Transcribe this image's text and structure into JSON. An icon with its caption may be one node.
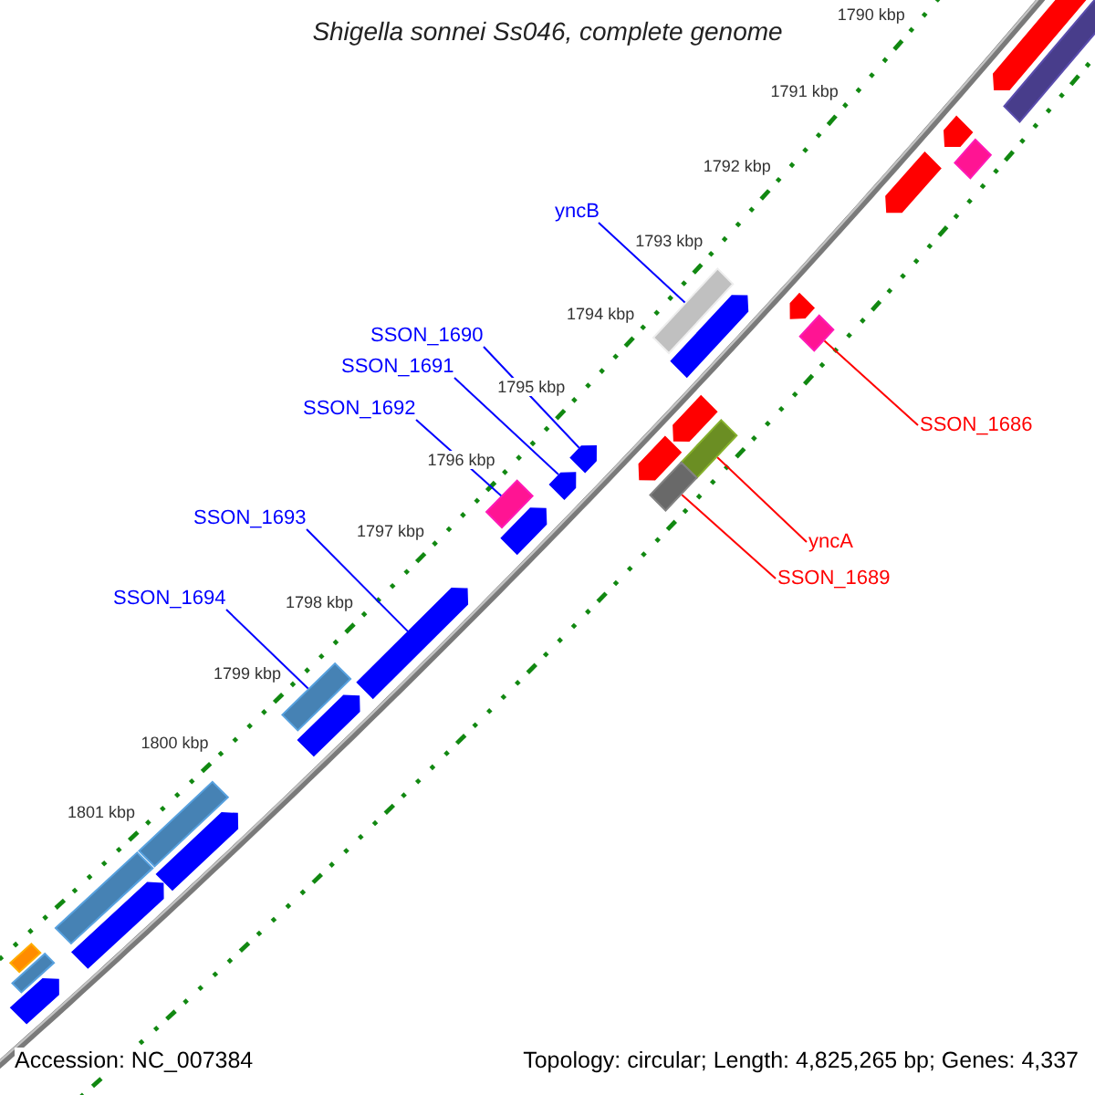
{
  "diagram": {
    "title": "Shigella sonnei Ss046, complete genome",
    "nodes": [
      {
        "text": [
          "yncB"
        ]
      },
      {
        "text": [
          "SSON_1690"
        ]
      },
      {
        "text": [
          "SSON_1691"
        ]
      },
      {
        "text": [
          "SSON_1692"
        ]
      },
      {
        "text": [
          "SSON_1686"
        ]
      },
      {
        "text": [
          "SSON_1693"
        ]
      },
      {
        "text": [
          "yncA"
        ]
      },
      {
        "text": [
          "SSON_1689"
        ]
      },
      {
        "text": [
          "SSON_1694"
        ]
      },
      {
        "text": [],
        "shape": "bar"
      },
      {
        "text": [],
        "shape": "arrow"
      },
      {
        "text": [],
        "shape": "arrow"
      },
      {
        "text": [],
        "shape": "bar"
      },
      {
        "text": [],
        "shape": "arrow"
      },
      {
        "text": [],
        "shape": "bar"
      },
      {
        "text": [],
        "shape": "arrow"
      },
      {
        "text": [],
        "shape": "arrow"
      },
      {
        "text": [],
        "shape": "bar"
      },
      {
        "text": [],
        "shape": "arrow"
      },
      {
        "text": [],
        "shape": "bar"
      },
      {
        "text": [],
        "shape": "arrow"
      },
      {
        "text": [],
        "shape": "arrow"
      },
      {
        "text": [],
        "shape": "arrow"
      },
      {
        "text": [],
        "shape": "bar"
      },
      {
        "text": [],
        "shape": "bar"
      },
      {
        "text": [],
        "shape": "arrow"
      },
      {
        "text": [],
        "shape": "arrow"
      },
      {
        "text": [],
        "shape": "bar"
      },
      {
        "text": [],
        "shape": "arrow"
      },
      {
        "text": [],
        "shape": "bar"
      },
      {
        "text": [],
        "shape": "arrow"
      },
      {
        "text": [],
        "shape": "bar"
      },
      {
        "text": [],
        "shape": "arrow"
      },
      {
        "text": [],
        "shape": "bar"
      },
      {
        "text": [],
        "shape": "bar"
      },
      {
        "text": [],
        "shape": "arrow"
      }
    ],
    "edges": [
      {
        "from": 0,
        "to": 14,
        "arrow": "none"
      },
      {
        "from": 1,
        "to": 21,
        "arrow": "none"
      },
      {
        "from": 2,
        "to": 22,
        "arrow": "none"
      },
      {
        "from": 3,
        "to": 24,
        "arrow": "none"
      },
      {
        "from": 4,
        "to": 17,
        "arrow": "none",
        "color": "#ff0000"
      },
      {
        "from": 5,
        "to": 26,
        "arrow": "none"
      },
      {
        "from": 6,
        "to": 19,
        "arrow": "none",
        "color": "#ff0000"
      },
      {
        "from": 7,
        "to": 23,
        "arrow": "none",
        "color": "#ff0000"
      },
      {
        "from": 8,
        "to": 27,
        "arrow": "none"
      }
    ],
    "labels": [
      "1790 kbp",
      "1791 kbp",
      "1792 kbp",
      "1793 kbp",
      "1794 kbp",
      "1795 kbp",
      "1796 kbp",
      "1797 kbp",
      "1798 kbp",
      "1799 kbp",
      "1800 kbp",
      "1801 kbp",
      "Accession: NC_007384",
      "Topology: circular; Length: 4,825,265 bp; Genes: 4,337"
    ]
  }
}
